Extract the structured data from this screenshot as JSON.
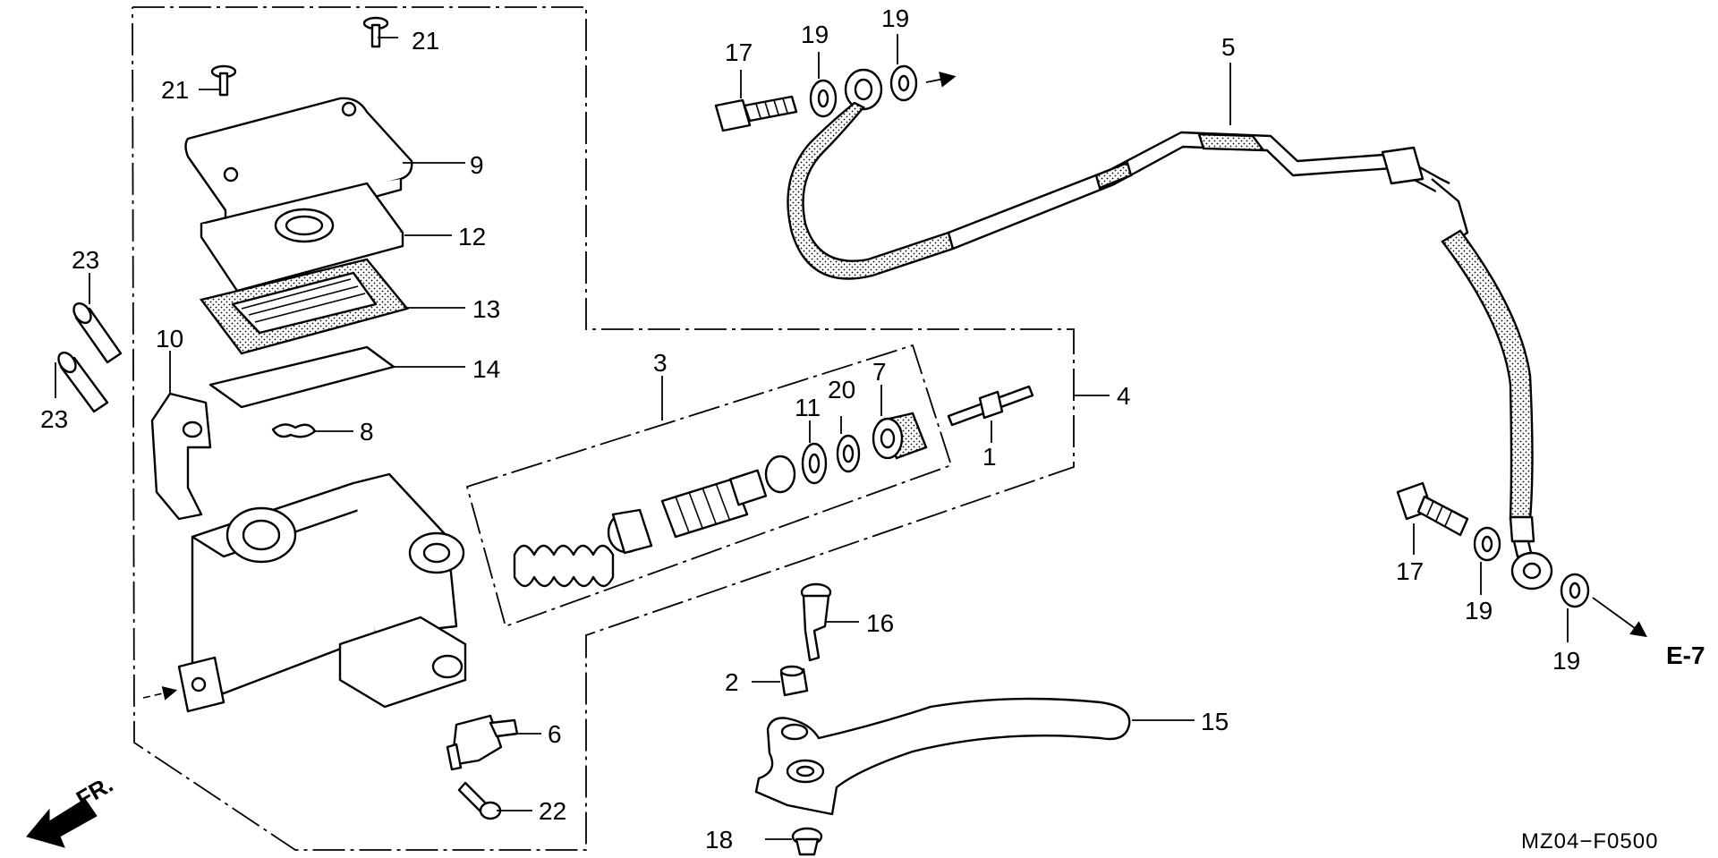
{
  "diagram": {
    "reference_code": "MZ04−F0500",
    "cross_reference": "E-7",
    "direction_label": "FR.",
    "callouts": {
      "c1": "1",
      "c2": "2",
      "c3": "3",
      "c4": "4",
      "c5": "5",
      "c6": "6",
      "c7": "7",
      "c8": "8",
      "c9": "9",
      "c10": "10",
      "c11": "11",
      "c12": "12",
      "c13": "13",
      "c14": "14",
      "c15": "15",
      "c16": "16",
      "c17a": "17",
      "c17b": "17",
      "c18": "18",
      "c19a": "19",
      "c19b": "19",
      "c19c": "19",
      "c19d": "19",
      "c20": "20",
      "c21a": "21",
      "c21b": "21",
      "c22": "22",
      "c23a": "23",
      "c23b": "23"
    }
  }
}
